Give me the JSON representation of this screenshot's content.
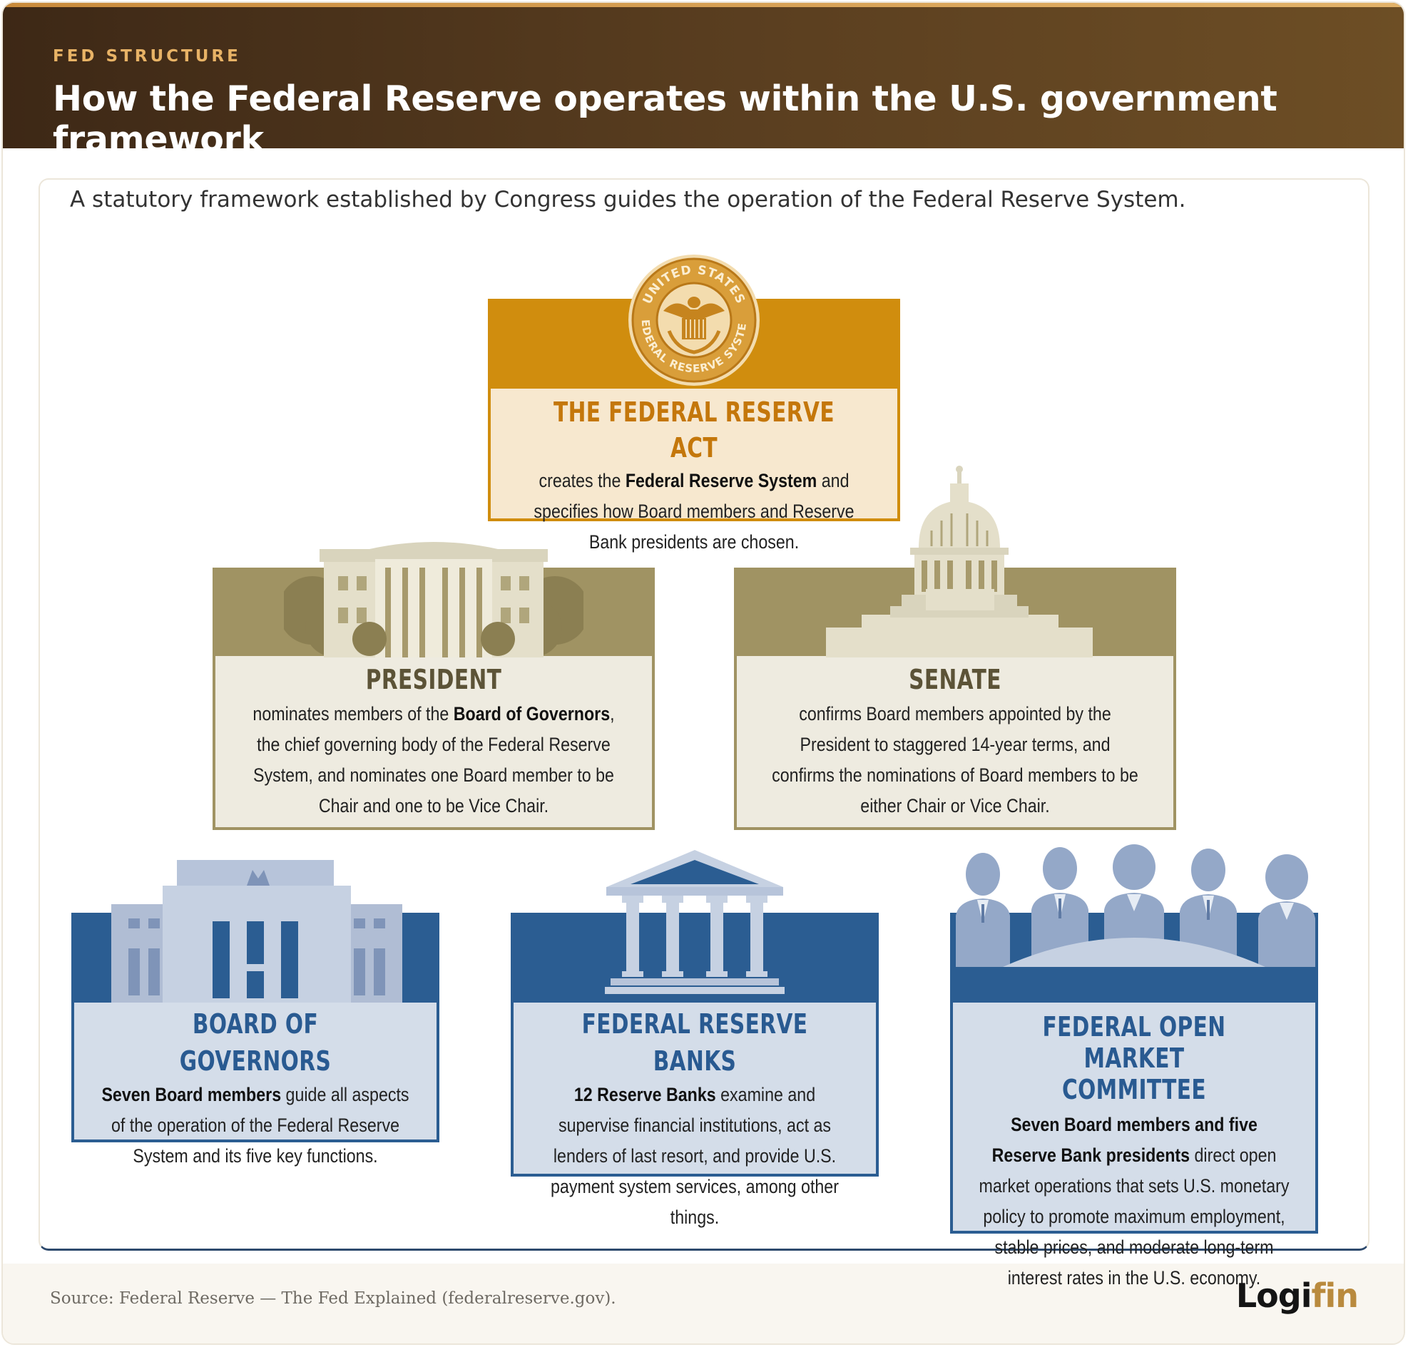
{
  "header": {
    "eyebrow": "FED STRUCTURE",
    "title": "How the Federal Reserve operates within the U.S. government framework"
  },
  "intro": "A statutory framework established by Congress guides the operation of the Federal Reserve System.",
  "colors": {
    "header_bg": "#5b3f20",
    "gold": "#d08d0e",
    "olive": "#a09363",
    "blue": "#2b5d92",
    "gold_fill": "#f7e8cf",
    "olive_fill": "#eeebe0",
    "blue_fill": "#d4dde9"
  },
  "act": {
    "seal_text": "UNITED STATES FEDERAL RESERVE SYSTEM",
    "title": "THE FEDERAL RESERVE ACT",
    "p1": "creates the ",
    "b1": "Federal Reserve System",
    "p2": " and specifies how Board members and Reserve Bank presidents are chosen.",
    "icon": "fed-seal-icon"
  },
  "president": {
    "title": "PRESIDENT",
    "p1": "nominates members of the ",
    "b1": "Board of Governors",
    "p2": ", the chief governing body of the Federal Reserve System, and nominates one Board member to be Chair and one to be Vice Chair.",
    "icon": "white-house-icon"
  },
  "senate": {
    "title": "SENATE",
    "p1": "confirms Board members appointed by the President to staggered 14-year terms, and confirms the nominations of Board members to be either Chair or Vice Chair.",
    "icon": "capitol-icon"
  },
  "board": {
    "title": "BOARD OF GOVERNORS",
    "b1": "Seven Board members",
    "p1": " guide all aspects of the operation of the Federal Reserve System and its five key functions.",
    "icon": "fed-building-icon"
  },
  "banks": {
    "title": "FEDERAL RESERVE BANKS",
    "b1": "12 Reserve Banks",
    "p1": " examine and supervise financial institutions, act as lenders of last resort, and provide U.S. payment system services, among other things.",
    "icon": "bank-columns-icon"
  },
  "fomc": {
    "title_line1": "FEDERAL OPEN MARKET",
    "title_line2": "COMMITTEE",
    "b1": "Seven Board members and five Reserve Bank presidents",
    "p1": " direct open market operations that sets U.S. monetary policy to promote maximum employment, stable prices, and moderate long-term interest rates in the U.S. economy.",
    "icon": "committee-people-icon"
  },
  "footer": {
    "source": "Source: Federal Reserve — The Fed Explained (federalreserve.gov).",
    "logo_main": "Logi",
    "logo_accent": "fin"
  }
}
